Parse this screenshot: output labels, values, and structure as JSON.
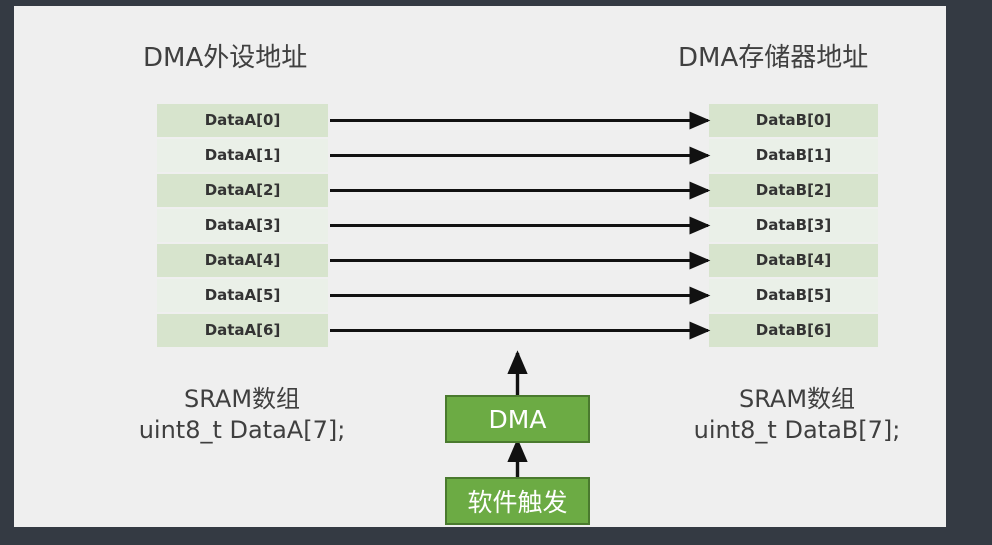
{
  "diagram": {
    "background_color": "#efefef",
    "frame_color": "#343a43",
    "accent_green": "#6cab44",
    "accent_green_border": "#4a7a2e",
    "cell_color_odd": "#d7e4cd",
    "cell_color_even": "#eaf0e8",
    "arrow_color": "#111111",
    "titles": {
      "left": "DMA外设地址",
      "right": "DMA存储器地址"
    },
    "source_cells": [
      "DataA[0]",
      "DataA[1]",
      "DataA[2]",
      "DataA[3]",
      "DataA[4]",
      "DataA[5]",
      "DataA[6]"
    ],
    "dest_cells": [
      "DataB[0]",
      "DataB[1]",
      "DataB[2]",
      "DataB[3]",
      "DataB[4]",
      "DataB[5]",
      "DataB[6]"
    ],
    "captions": {
      "left_line1": "SRAM数组",
      "left_line2": "uint8_t DataA[7];",
      "right_line1": "SRAM数组",
      "right_line2": "uint8_t DataB[7];"
    },
    "boxes": {
      "dma": "DMA",
      "trigger": "软件触发"
    },
    "transfer_count": 7
  }
}
